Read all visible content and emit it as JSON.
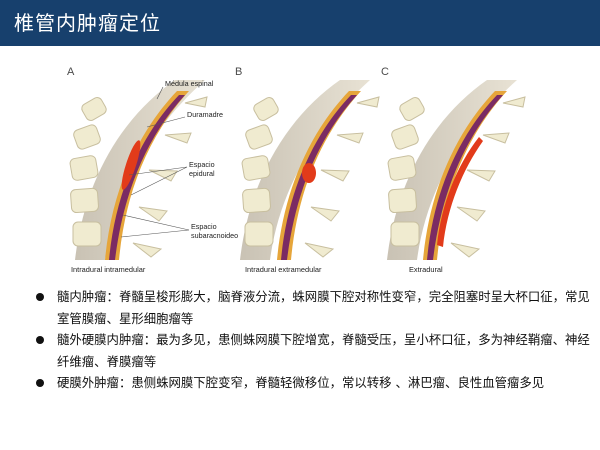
{
  "header": {
    "title": "椎管内肿瘤定位"
  },
  "figure": {
    "panels": [
      {
        "letter": "A",
        "caption": "Intradural intramedular"
      },
      {
        "letter": "B",
        "caption": "Intradural extramedular"
      },
      {
        "letter": "C",
        "caption": "Extradural"
      }
    ],
    "callouts": {
      "medula": "Médula espinal",
      "duramadre": "Duramadre",
      "epidural_1": "Espacio",
      "epidural_2": "epidural",
      "subarac_1": "Espacio",
      "subarac_2": "subaracnoideo"
    }
  },
  "bullets": [
    {
      "text": "髓内肿瘤：脊髓呈梭形膨大，脑脊液分流，蛛网膜下腔对称性变窄，完全阻塞时呈大杯口征，常见室管膜瘤、星形细胞瘤等"
    },
    {
      "text": "髓外硬膜内肿瘤：最为多见，患侧蛛网膜下腔增宽，脊髓受压，呈小杯口征，多为神经鞘瘤、神经纤维瘤、脊膜瘤等"
    },
    {
      "text": "硬膜外肿瘤：患侧蛛网膜下腔变窄，脊髓轻微移位，常以转移 、淋巴瘤、良性血管瘤多见"
    }
  ],
  "colors": {
    "title_bar": "#17406d",
    "vertebra": "#f0ebd0",
    "cord": "#7b2b63",
    "dura": "#e6a53a",
    "tumor": "#e23b1a"
  }
}
